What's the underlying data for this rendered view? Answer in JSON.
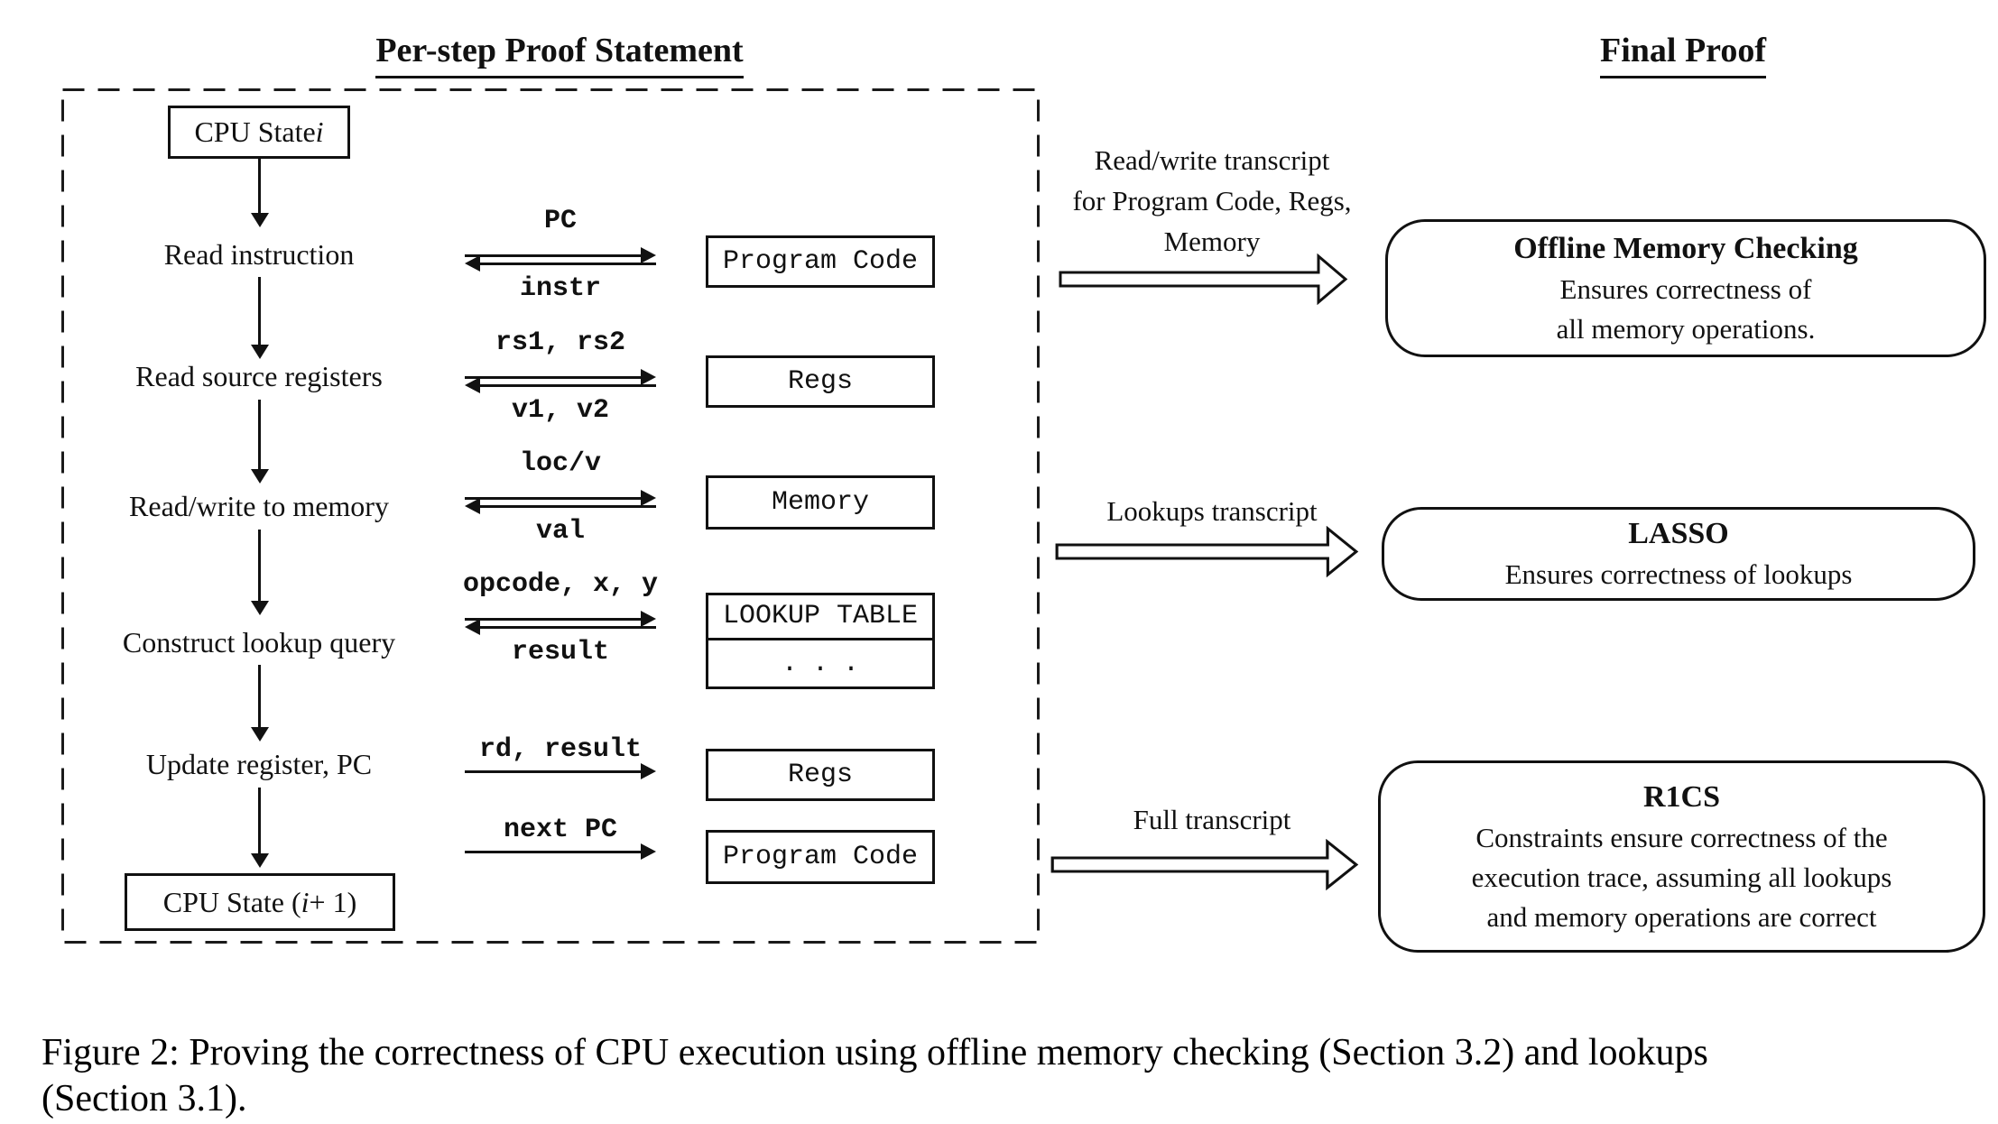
{
  "left_panel": {
    "title": "Per-step Proof Statement",
    "cpu_state_start": [
      "CPU State ",
      "i"
    ],
    "cpu_state_end": [
      "CPU State (",
      "i",
      " + 1)"
    ],
    "steps": [
      {
        "label": "Read instruction",
        "query": "PC",
        "response": "instr",
        "target": "Program Code"
      },
      {
        "label": "Read source registers",
        "query": "rs1, rs2",
        "response": "v1, v2",
        "target": "Regs"
      },
      {
        "label": "Read/write to memory",
        "query": "loc/v",
        "response": "val",
        "target": "Memory"
      },
      {
        "label": "Construct lookup query",
        "query": "opcode, x, y",
        "response": "result",
        "target": "LOOKUP TABLE",
        "target_detail": "..."
      },
      {
        "label": "Update register, PC",
        "writes": [
          {
            "value": "rd, result",
            "target": "Regs"
          },
          {
            "value": "next PC",
            "target": "Program Code"
          }
        ]
      }
    ]
  },
  "right_panel": {
    "title": "Final Proof",
    "proofs": [
      {
        "transcript": [
          "Read/write transcript",
          "for Program Code, Regs,",
          "Memory"
        ],
        "name": "Offline Memory Checking",
        "description": [
          "Ensures correctness of",
          "all memory operations."
        ]
      },
      {
        "transcript": [
          "Lookups transcript"
        ],
        "name": "LASSO",
        "description": [
          "Ensures correctness of lookups"
        ]
      },
      {
        "transcript": [
          "Full transcript"
        ],
        "name": "R1CS",
        "description": [
          "Constraints ensure correctness of the",
          "execution trace, assuming all lookups",
          "and memory operations are correct"
        ]
      }
    ]
  },
  "caption": {
    "line1": "Figure 2: Proving the correctness of CPU execution using offline memory checking (Section 3.2) and lookups",
    "line2": "(Section 3.1)."
  }
}
